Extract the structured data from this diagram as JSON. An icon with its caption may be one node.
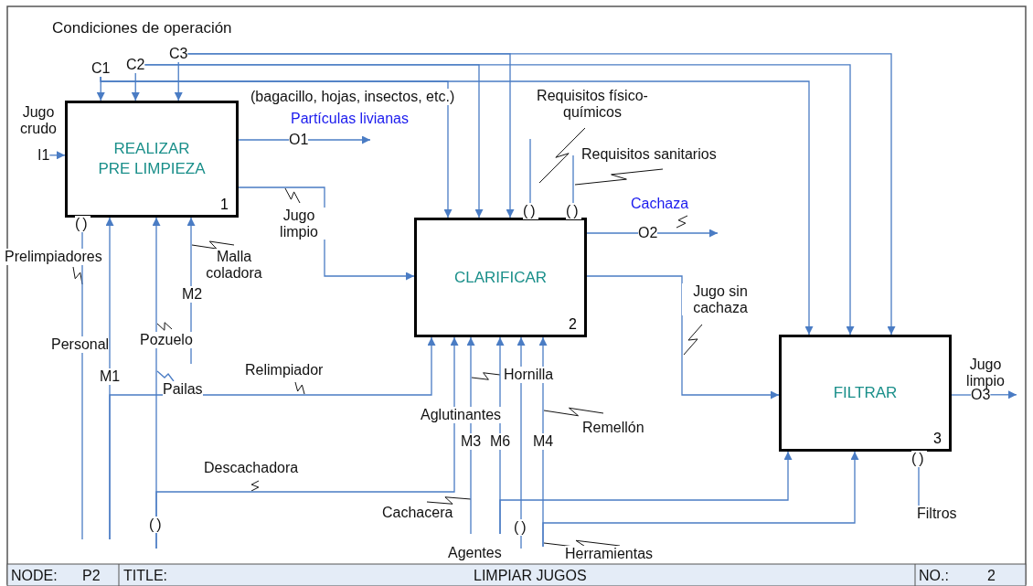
{
  "diagram": {
    "title": "LIMPIAR JUGOS",
    "nodes": [
      {
        "text": [
          "REALIZAR PRE LIMPIEZA",
          "1"
        ]
      },
      {
        "text": [
          "CLARIFICAR",
          "2"
        ]
      },
      {
        "text": [
          "FILTRAR",
          "3"
        ]
      },
      {
        "text": [
          "Pailas"
        ]
      },
      {
        "text": [
          "C1"
        ]
      },
      {
        "text": [
          "C2"
        ]
      },
      {
        "text": [
          "C3"
        ]
      },
      {
        "text": [
          "I1"
        ]
      },
      {
        "text": [
          "O1"
        ]
      },
      {
        "text": [
          "O2"
        ]
      },
      {
        "text": [
          "O3"
        ]
      },
      {
        "text": [
          "M2"
        ]
      },
      {
        "text": [
          "M1"
        ]
      },
      {
        "text": [
          "M3"
        ]
      },
      {
        "text": [
          "M6"
        ]
      },
      {
        "text": [
          "M4"
        ]
      },
      {
        "text": [
          "Filtros"
        ]
      }
    ],
    "edges": [
      {
        "from": 7,
        "to": 0,
        "arrow": "to",
        "label": "Jugo crudo"
      },
      {
        "from": 4,
        "to": 0,
        "arrow": "to"
      },
      {
        "from": 5,
        "to": 0,
        "arrow": "to"
      },
      {
        "from": 6,
        "to": 0,
        "arrow": "to"
      },
      {
        "from": 4,
        "to": 1,
        "arrow": "to"
      },
      {
        "from": 5,
        "to": 1,
        "arrow": "to"
      },
      {
        "from": 6,
        "to": 1,
        "arrow": "to"
      },
      {
        "from": 4,
        "to": 2,
        "arrow": "to"
      },
      {
        "from": 5,
        "to": 2,
        "arrow": "to"
      },
      {
        "from": 6,
        "to": 2,
        "arrow": "to"
      },
      {
        "from": 0,
        "to": null,
        "arrow": "to",
        "label": "Partículas livianas"
      },
      {
        "from": 0,
        "to": 1,
        "arrow": "to",
        "label": "Jugo limpio"
      },
      {
        "from": null,
        "to": 1,
        "arrow": "to",
        "label": "Requisitos físico- químicos"
      },
      {
        "from": null,
        "to": 1,
        "arrow": "to",
        "label": "Requisitos sanitarios"
      },
      {
        "from": 1,
        "to": null,
        "arrow": "to",
        "label": "Cachaza"
      },
      {
        "from": 1,
        "to": 2,
        "arrow": "to",
        "label": "Jugo sin cachaza"
      },
      {
        "from": 2,
        "to": 10,
        "arrow": "none",
        "label": "Jugo limpio"
      },
      {
        "from": null,
        "to": 0,
        "arrow": "to",
        "label": "Prelimpiadores"
      },
      {
        "from": null,
        "to": 0,
        "arrow": "to",
        "label": "Personal"
      },
      {
        "from": null,
        "to": 1,
        "arrow": "to",
        "label": "Relimpiador"
      },
      {
        "from": null,
        "to": 0,
        "arrow": "to",
        "label": "Pozuelo"
      },
      {
        "from": null,
        "to": 1,
        "arrow": "to",
        "label": "Descachadora"
      },
      {
        "from": null,
        "to": 0,
        "arrow": "to",
        "label": "Malla coladora"
      },
      {
        "from": null,
        "to": 1,
        "arrow": "to",
        "label": "Cachacera"
      },
      {
        "from": null,
        "to": 1,
        "arrow": "to"
      },
      {
        "from": null,
        "to": 2,
        "arrow": "to"
      },
      {
        "from": null,
        "to": 1,
        "arrow": "to",
        "label": "Hornilla"
      },
      {
        "from": null,
        "to": 1,
        "arrow": "to",
        "label": "Remellón"
      },
      {
        "from": null,
        "to": 2,
        "arrow": "to",
        "label": "Herramientas"
      },
      {
        "from": 16,
        "to": 2,
        "arrow": "to"
      },
      {
        "from": 3,
        "to": null,
        "arrow": "none"
      },
      {
        "from": 10,
        "to": null,
        "arrow": "to"
      }
    ],
    "labels": [
      "Condiciones de operación",
      "(bagacillo, hojas, insectos, etc.)",
      "()",
      "()",
      "()",
      "Aglutinantes",
      "()",
      "()",
      "()",
      "Agentes",
      "NODE:",
      "P2",
      "TITLE:",
      "NO.:",
      "2"
    ]
  }
}
